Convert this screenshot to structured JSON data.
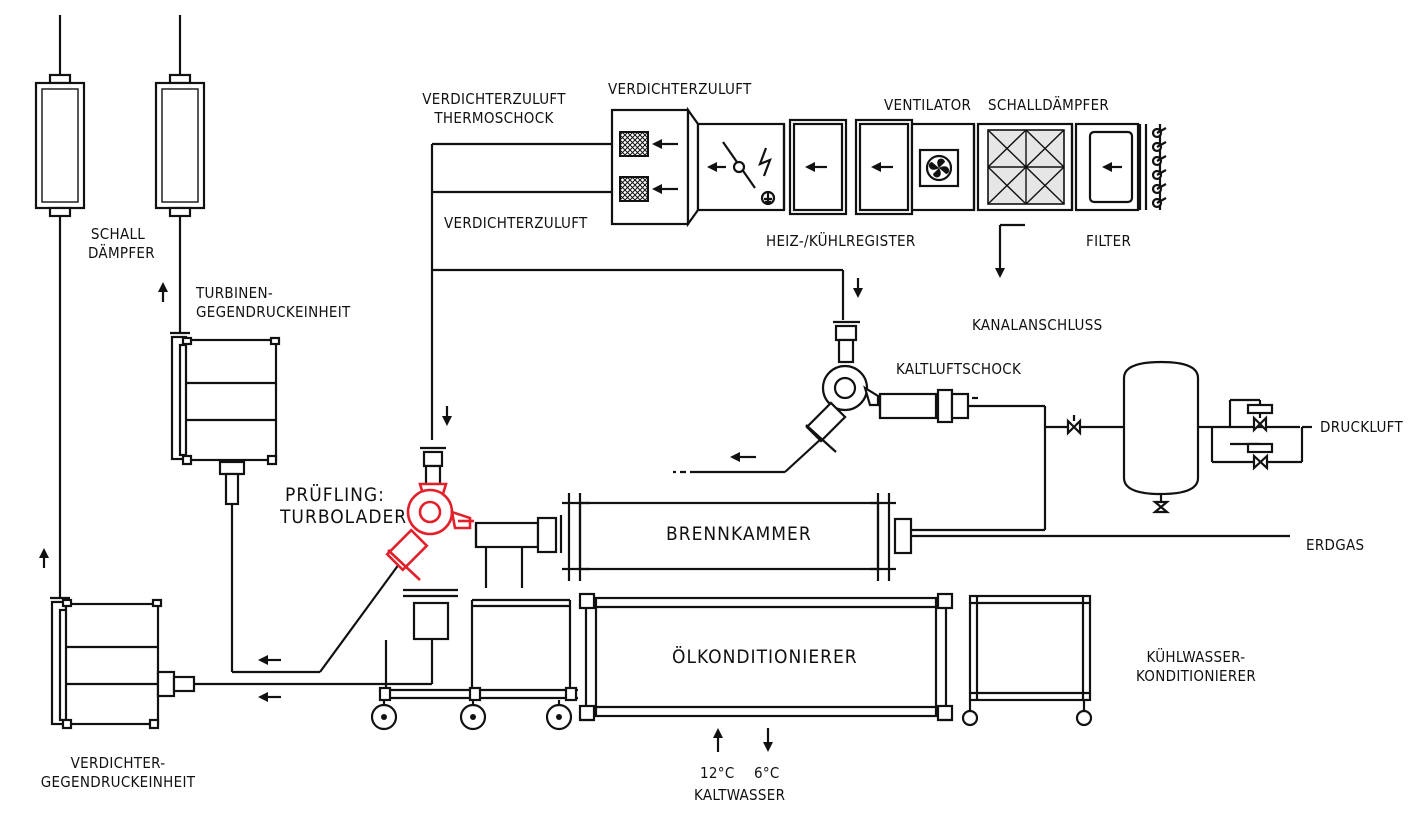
{
  "labels": {
    "schalldaempfer": "SCHALL\nDÄMPFER",
    "turbinen": "TURBINEN-\nGEGENDRUCKEINHEIT",
    "verdichter_gegendruck": "VERDICHTER-\nGEGENDRUCKEINHEIT",
    "zuluft_thermo": "VERDICHTERZULUFT\nTHERMOSCHOCK",
    "zuluft_top": "VERDICHTERZULUFT",
    "zuluft_lower": "VERDICHTERZULUFT",
    "ventilator": "VENTILATOR",
    "schalldaempfer_top": "SCHALLDÄMPFER",
    "heiz_kuehl": "HEIZ-/KÜHLREGISTER",
    "filter": "FILTER",
    "kanalanschluss": "KANALANSCHLUSS",
    "kaltluftschock": "KALTLUFTSCHOCK",
    "druckluft": "DRUCKLUFT",
    "pruefling": "PRÜFLING:\nTURBOLADER",
    "brennkammer": "BRENNKAMMER",
    "erdgas": "ERDGAS",
    "oelkonditionierer": "ÖLKONDITIONIERER",
    "kuehlwasser": "KÜHLWASSER-\nKONDITIONIERER",
    "temp_12": "12°C",
    "temp_6": "6°C",
    "kaltwasser": "KALTWASSER"
  },
  "colors": {
    "line": "#111111",
    "pruefling": "#e3202a"
  }
}
